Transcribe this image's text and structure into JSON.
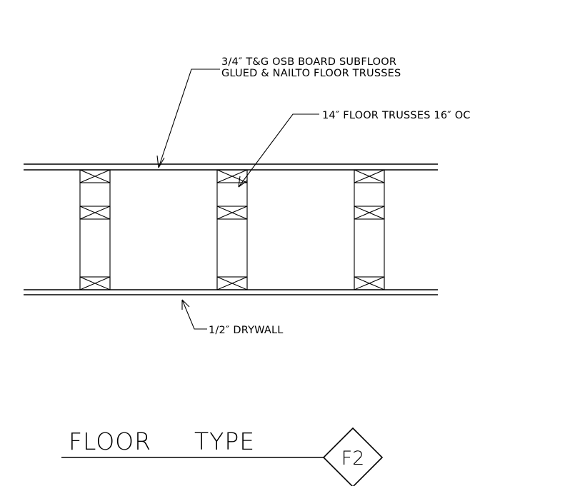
{
  "labels": {
    "subfloor_line1": "3/4″ T&G OSB BOARD SUBFLOOR",
    "subfloor_line2": "GLUED & NAILTO FLOOR TRUSSES",
    "trusses": "14″ FLOOR TRUSSES 16″ OC",
    "drywall": "1/2″ DRYWALL"
  },
  "title": {
    "word1": "FLOOR",
    "word2": "TYPE",
    "tag": "F2"
  },
  "colors": {
    "line": "#000000",
    "background": "#ffffff"
  }
}
